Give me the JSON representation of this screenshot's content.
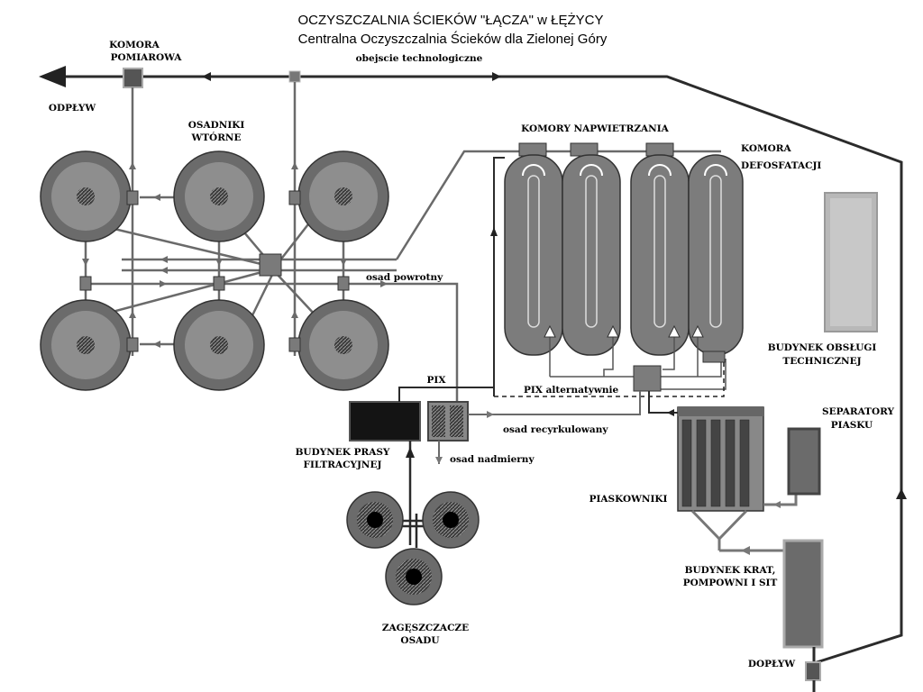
{
  "title": "OCZYSZCZALNIA ŚCIEKÓW \"ŁĄCZA\" w ŁĘŻYCY",
  "subtitle": "Centralna Oczyszczalnia Ścieków dla Zielonej Góry",
  "labels": {
    "komora_pomiarowa_1": "KOMORA",
    "komora_pomiarowa_2": "POMIAROWA",
    "obejscie": "obejscie technologiczne",
    "odplyw": "ODPŁYW",
    "osadniki_1": "OSADNIKI",
    "osadniki_2": "WTÓRNE",
    "komory_napowietrzania": "KOMORY NAPWIETRZANIA",
    "defosfatacji_1": "KOMORA",
    "defosfatacji_2": "DEFOSFATACJI",
    "osad_powrotny": "osad powrotny",
    "pix": "PIX",
    "pix_alternatywnie": "PIX alternatywnie",
    "osad_recyrkulowany": "osad recyrkulowany",
    "budynek_obslugi_1": "BUDYNEK OBSŁUGI",
    "budynek_obslugi_2": "TECHNICZNEJ",
    "budynek_prasy_1": "BUDYNEK PRASY",
    "budynek_prasy_2": "FILTRACYJNEJ",
    "osad_nadmierny": "osad nadmierny",
    "separatory_1": "SEPARATORY",
    "separatory_2": "PIASKU",
    "piaskowniki": "PIASKOWNIKI",
    "budynek_krat_1": "BUDYNEK KRAT,",
    "budynek_krat_2": "POMPOWNI I SIT",
    "zageszczacze_1": "ZAGĘSZCZACZE",
    "zageszczacze_2": "OSADU",
    "doplyw": "DOPŁYW"
  },
  "colors": {
    "pipe": "#2b2b2b",
    "pipe_gray": "#6a6a6a",
    "tank_outer": "#6b6b6b",
    "tank_inner": "#8e8e8e",
    "tank_core": "#4a4a4a",
    "chamber": "#7c7c7c",
    "building_light": "#b8b8b8",
    "press_black": "#141414"
  }
}
